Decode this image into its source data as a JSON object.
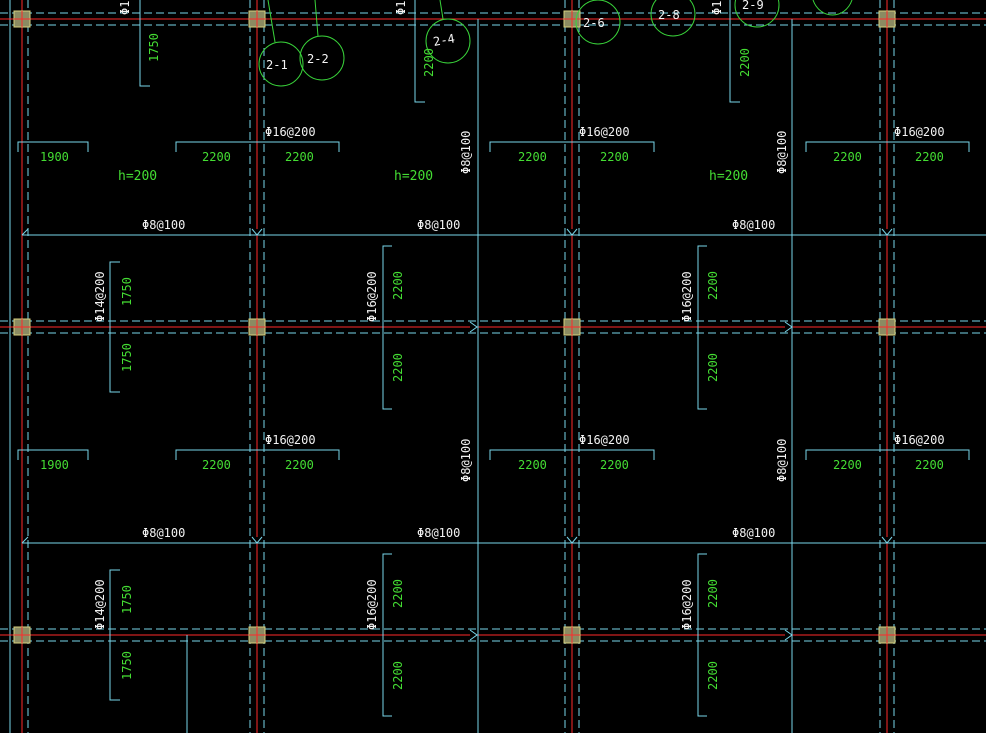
{
  "drawing": {
    "colors": {
      "background": "#000000",
      "cyan": "#79d6ea",
      "red": "#ff2a2a",
      "green": "#39d33a",
      "white": "#f2f2f2",
      "yellow": "#d7d07f"
    },
    "bubbles": [
      "2-1",
      "2-2",
      "2-4",
      "2-6",
      "2-8",
      "2-9"
    ],
    "labels": {
      "phi16": "Φ16@200",
      "phi8": "Φ8@100",
      "phi14": "Φ14@200",
      "phi16_vertical": "Φ16@200",
      "phi8_vertical": "Φ8@100",
      "h_label": "h=200",
      "dim_1900": "1900",
      "dim_2200": "2200",
      "dim_1750": "1750"
    }
  }
}
